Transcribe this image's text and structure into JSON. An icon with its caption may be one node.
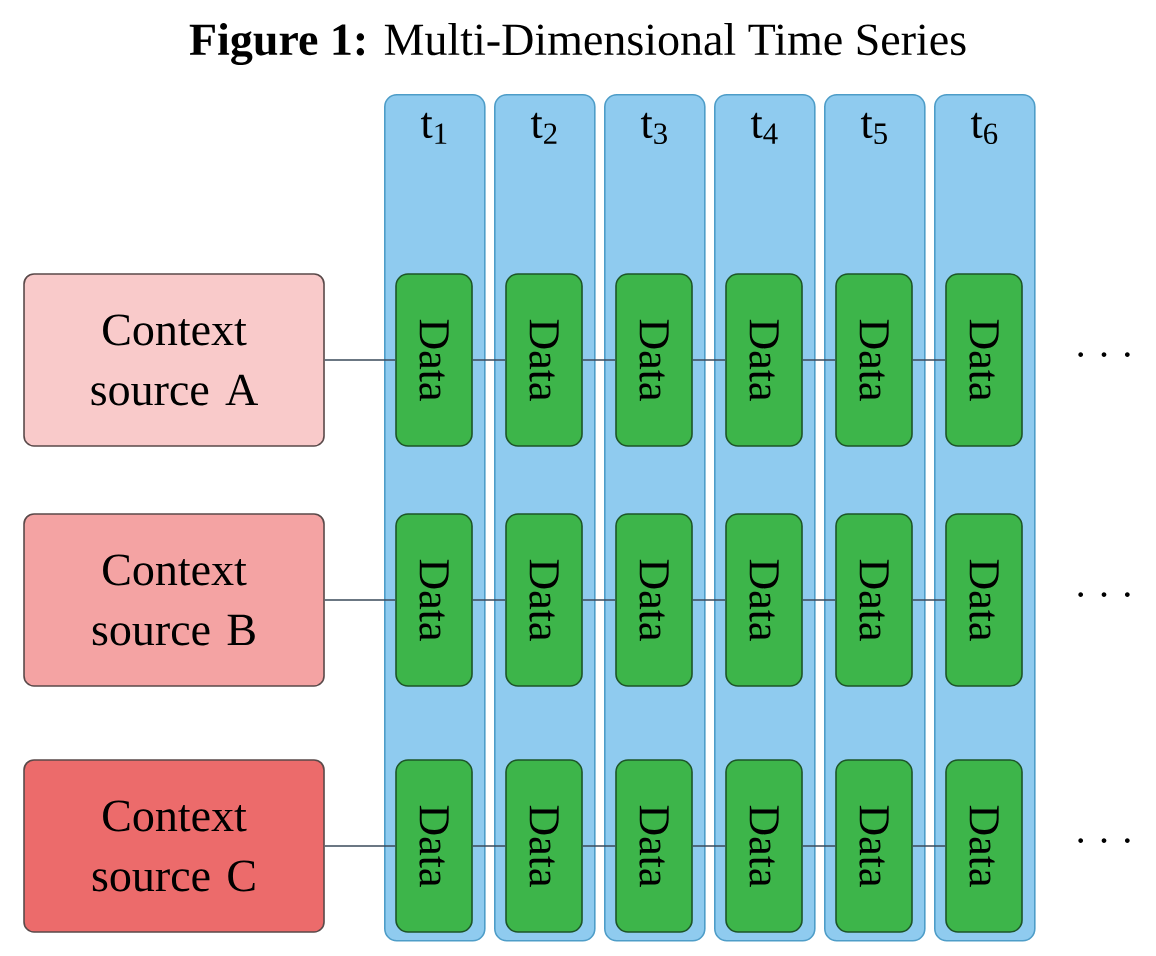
{
  "diagram": {
    "title": "**Figure 1:** Multi-Dimensional Time Series",
    "nodes": [
      {
        "text": [
          "Context source A"
        ]
      },
      {
        "text": [
          "Context source B"
        ]
      },
      {
        "text": [
          "Context source C"
        ]
      },
      {
        "text": [
          "t$_{1}$"
        ]
      },
      {
        "text": [
          "Data"
        ],
        "in": 3
      },
      {
        "text": [
          "Data"
        ],
        "in": 3
      },
      {
        "text": [
          "Data"
        ],
        "in": 3
      },
      {
        "text": [
          "t$_{2}$"
        ]
      },
      {
        "text": [
          "Data"
        ],
        "in": 7
      },
      {
        "text": [
          "Data"
        ],
        "in": 7
      },
      {
        "text": [
          "Data"
        ],
        "in": 7
      },
      {
        "text": [
          "t$_{3}$"
        ]
      },
      {
        "text": [
          "Data"
        ],
        "in": 11
      },
      {
        "text": [
          "Data"
        ],
        "in": 11
      },
      {
        "text": [
          "Data"
        ],
        "in": 11
      },
      {
        "text": [
          "t$_{4}$"
        ]
      },
      {
        "text": [
          "Data"
        ],
        "in": 15
      },
      {
        "text": [
          "Data"
        ],
        "in": 15
      },
      {
        "text": [
          "Data"
        ],
        "in": 15
      },
      {
        "text": [
          "t$_{5}$"
        ]
      },
      {
        "text": [
          "Data"
        ],
        "in": 19
      },
      {
        "text": [
          "Data"
        ],
        "in": 19
      },
      {
        "text": [
          "Data"
        ],
        "in": 19
      },
      {
        "text": [
          "t$_{6}$"
        ]
      },
      {
        "text": [
          "Data"
        ],
        "in": 23
      },
      {
        "text": [
          "Data"
        ],
        "in": 23
      },
      {
        "text": [
          "Data"
        ],
        "in": 23
      }
    ],
    "edges": [
      {
        "from": 0,
        "to": 4,
        "arrow": "none"
      },
      {
        "from": 1,
        "to": 5,
        "arrow": "none"
      },
      {
        "from": 2,
        "to": 6,
        "arrow": "none"
      },
      {
        "from": 4,
        "to": 8,
        "arrow": "none"
      },
      {
        "from": 5,
        "to": 9,
        "arrow": "none"
      },
      {
        "from": 6,
        "to": 10,
        "arrow": "none"
      },
      {
        "from": 8,
        "to": 12,
        "arrow": "none"
      },
      {
        "from": 9,
        "to": 13,
        "arrow": "none"
      },
      {
        "from": 10,
        "to": 14,
        "arrow": "none"
      },
      {
        "from": 12,
        "to": 16,
        "arrow": "none"
      },
      {
        "from": 13,
        "to": 17,
        "arrow": "none"
      },
      {
        "from": 14,
        "to": 18,
        "arrow": "none"
      },
      {
        "from": 16,
        "to": 20,
        "arrow": "none"
      },
      {
        "from": 17,
        "to": 21,
        "arrow": "none"
      },
      {
        "from": 18,
        "to": 22,
        "arrow": "none"
      },
      {
        "from": 20,
        "to": 24,
        "arrow": "none"
      },
      {
        "from": 21,
        "to": 25,
        "arrow": "none"
      },
      {
        "from": 22,
        "to": 26,
        "arrow": "none"
      }
    ],
    "labels": [
      "· · ·",
      "· · ·",
      "· · ·"
    ]
  }
}
